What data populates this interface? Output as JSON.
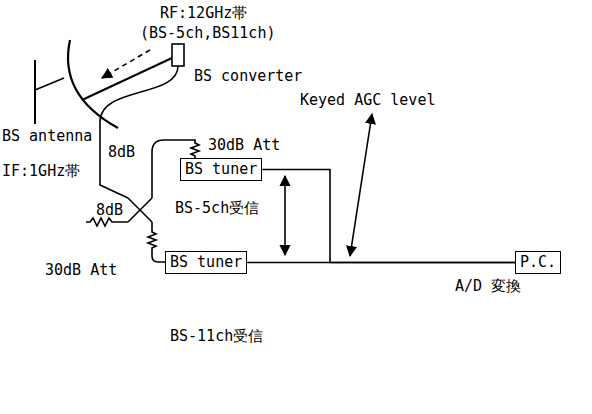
{
  "diagram": {
    "nodes": [
      {
        "text": [
          "BS tuner"
        ]
      },
      {
        "text": [
          "BS tuner"
        ]
      },
      {
        "text": [
          "P.C."
        ]
      }
    ],
    "edges": [
      {
        "from": 0,
        "to": 2,
        "arrow": "none"
      },
      {
        "from": 1,
        "to": 2,
        "arrow": "none"
      }
    ],
    "labels": [
      "RF:12GHz帯",
      "(BS-5ch,BS11ch)",
      "BS converter",
      "BS antenna",
      "Keyed AGC level",
      "IF:1GHz帯",
      "8dB",
      "30dB Att",
      "8dB",
      "BS-5ch受信",
      "A/D 変換",
      "30dB Att",
      "BS-11ch受信"
    ]
  }
}
